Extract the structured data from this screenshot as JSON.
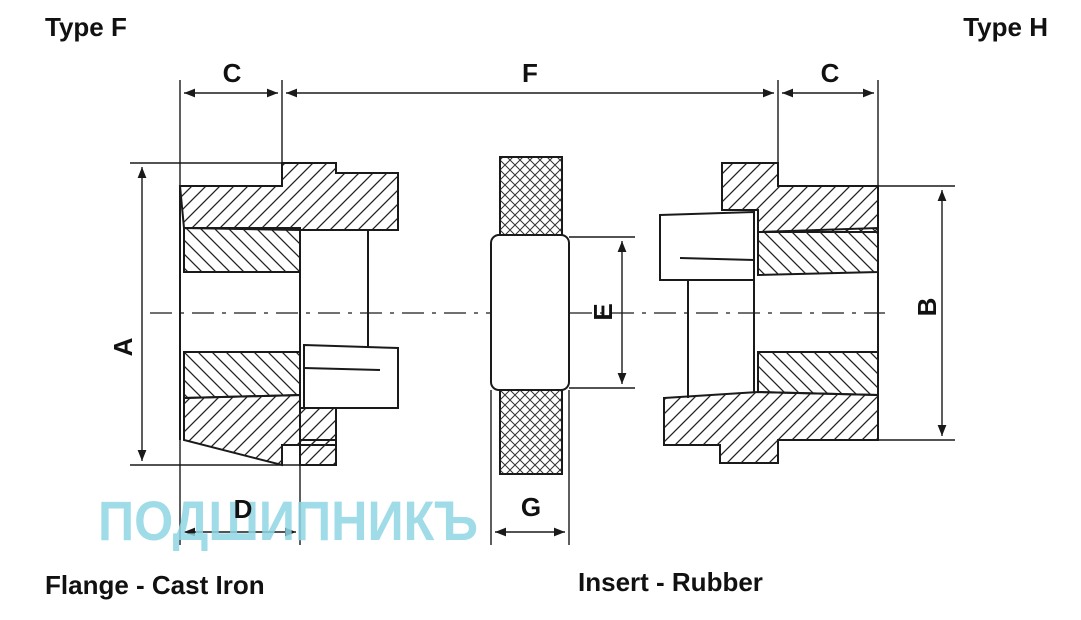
{
  "labels": {
    "type_left": "Type F",
    "type_right": "Type H",
    "flange": "Flange - Cast Iron",
    "insert": "Insert - Rubber"
  },
  "dimensions": {
    "a": "A",
    "b": "B",
    "c_left": "C",
    "c_right": "C",
    "d": "D",
    "e": "E",
    "f": "F",
    "g": "G"
  },
  "watermark": {
    "text": "ПОДШИПНИКЪ",
    "color": "#7fd0e0"
  },
  "colors": {
    "line": "#1a1a1a",
    "background": "#ffffff"
  }
}
